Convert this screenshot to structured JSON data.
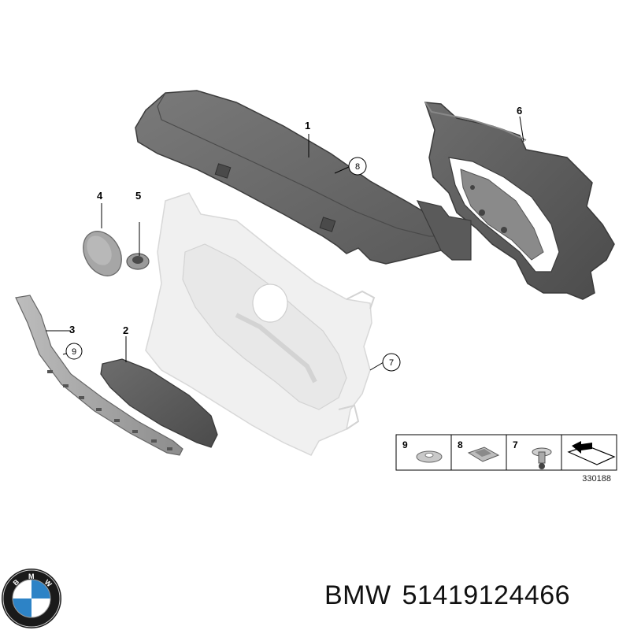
{
  "diagram": {
    "callouts": {
      "c1": "1",
      "c2": "2",
      "c3": "3",
      "c4": "4",
      "c5": "5",
      "c6": "6",
      "c7": "7",
      "c8": "8",
      "c9": "9"
    },
    "legend": {
      "items": [
        {
          "number": "9",
          "icon": "washer-icon"
        },
        {
          "number": "8",
          "icon": "clip-icon"
        },
        {
          "number": "7",
          "icon": "push-rivet-icon"
        },
        {
          "number": "",
          "icon": "pack-arrow-icon"
        }
      ],
      "reference": "330188"
    }
  },
  "logo": {
    "text": "BMW",
    "colors": {
      "ring": "#1a1a1a",
      "blue": "#2d83c6",
      "white": "#ffffff"
    }
  },
  "caption": {
    "brand": "BMW",
    "part_number": "51419124466"
  }
}
